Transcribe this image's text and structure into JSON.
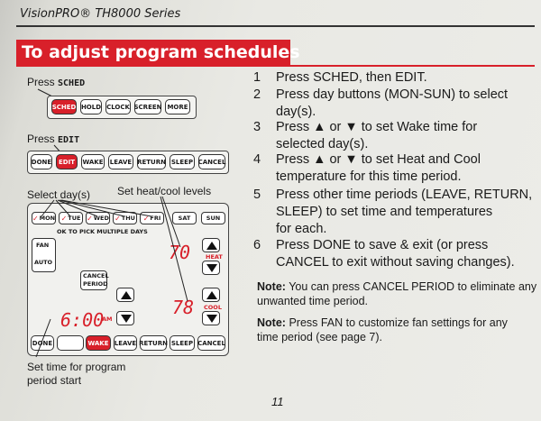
{
  "header": {
    "title": "VisionPRO® TH8000 Series"
  },
  "section": {
    "title": "To adjust program schedules"
  },
  "fig1": {
    "label_prefix": "Press ",
    "label_key": "SCHED",
    "buttons": [
      "SCHED",
      "HOLD",
      "CLOCK",
      "SCREEN",
      "MORE"
    ]
  },
  "fig2": {
    "label_prefix": "Press ",
    "label_key": "EDIT",
    "buttons": [
      "DONE",
      "EDIT",
      "WAKE",
      "LEAVE",
      "RETURN",
      "SLEEP",
      "CANCEL"
    ]
  },
  "fig3": {
    "callout_days": "Select day(s)",
    "callout_levels": "Set heat/cool levels",
    "days": [
      "MON",
      "TUE",
      "WED",
      "THU",
      "FRI",
      "SAT",
      "SUN"
    ],
    "multi_note": "OK TO PICK MULTIPLE DAYS",
    "fan": "FAN",
    "auto": "AUTO",
    "cancel_period_1": "CANCEL",
    "cancel_period_2": "PERIOD",
    "heat_value": "70",
    "heat_label": "HEAT",
    "cool_value": "78",
    "cool_label": "COOL",
    "time": "6:00",
    "ampm": "AM",
    "bottom_buttons": [
      "DONE",
      "",
      "WAKE",
      "LEAVE",
      "RETURN",
      "SLEEP",
      "CANCEL"
    ],
    "callout_time_1": "Set time for program",
    "callout_time_2": "period start"
  },
  "steps": [
    {
      "num": "1",
      "lines": [
        "Press SCHED, then EDIT."
      ]
    },
    {
      "num": "2",
      "lines": [
        "Press day buttons (MON-SUN) to select",
        "day(s)."
      ]
    },
    {
      "num": "3",
      "lines": [
        "Press ▲ or ▼ to set Wake time for",
        "selected day(s)."
      ]
    },
    {
      "num": "4",
      "lines": [
        "Press ▲ or ▼ to set Heat and Cool",
        "temperature for this time period."
      ]
    },
    {
      "num": "5",
      "lines": [
        "Press other time periods (LEAVE, RETURN,",
        "SLEEP) to set time and temperatures",
        "for each."
      ]
    },
    {
      "num": "6",
      "lines": [
        "Press DONE to save & exit (or press",
        "CANCEL to exit without saving changes)."
      ]
    }
  ],
  "notes": [
    {
      "label": "Note:",
      "lines": [
        "You can press CANCEL PERIOD to eliminate any",
        "unwanted time period."
      ]
    },
    {
      "label": "Note:",
      "lines": [
        "Press FAN to customize fan settings for any",
        "time period (see page 7)."
      ]
    }
  ],
  "page_number": "11",
  "colors": {
    "accent": "#d8202a",
    "paper": "#ecece8"
  }
}
